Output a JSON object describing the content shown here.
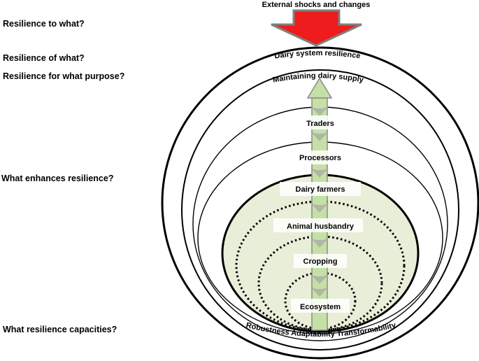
{
  "questions": {
    "to_what": "Resilience to what?",
    "of_what": "Resilience of what?",
    "purpose": "Resilience for what purpose?",
    "enhances": "What enhances resilience?",
    "capacities": "What resilience capacities?"
  },
  "shock_label": "External shocks and changes",
  "system_label": "Dairy system resilience",
  "purpose_label": "Maintaining dairy supply",
  "levels": {
    "traders": "Traders",
    "processors": "Processors",
    "dairy_farmers": "Dairy farmers",
    "animal_husbandry": "Animal husbandry",
    "cropping": "Cropping",
    "ecosystem": "Ecosystem"
  },
  "capacities_label": "Robustness Adaptability Transformability",
  "colors": {
    "shock_arrow": "#ee1c1c",
    "shock_outline": "#7f7f7f",
    "farm_fill": "#e8eed8",
    "up_arrow": "#c5e0a5",
    "up_arrow_outline": "#8a8a8a",
    "inner_arrow": "#a8a8a8"
  }
}
